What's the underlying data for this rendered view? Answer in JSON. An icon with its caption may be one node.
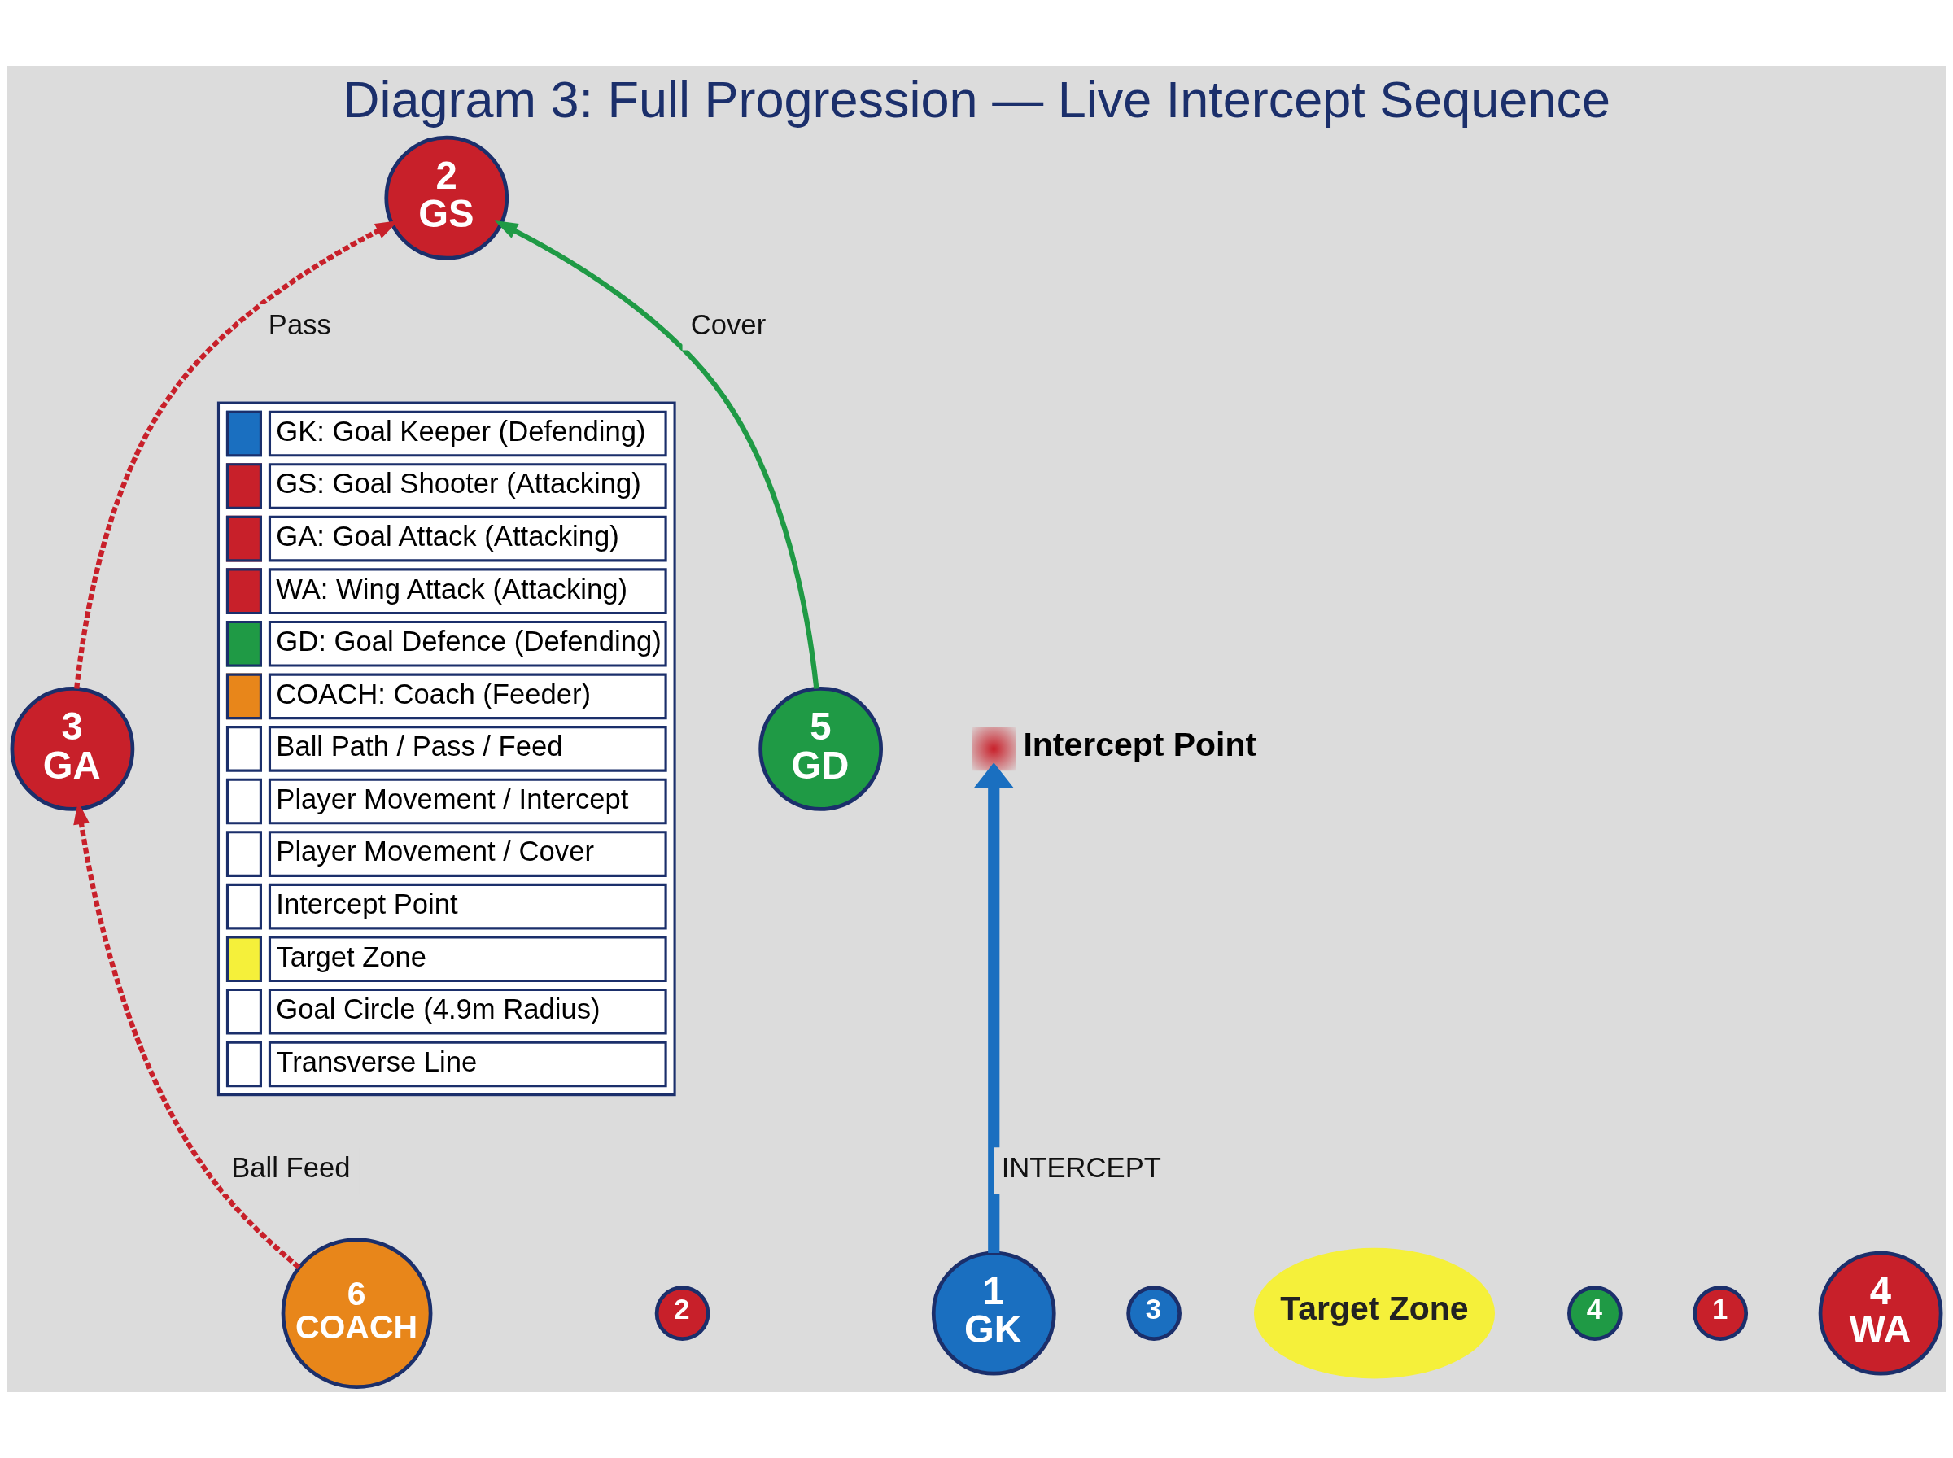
{
  "diagram": {
    "title": "Diagram 3: Full Progression — Live Intercept Sequence",
    "nodes": [
      {
        "text": [
          "2",
          "GS"
        ]
      },
      {
        "text": [
          "2"
        ]
      },
      {
        "text": [],
        "shape": "cross",
        "beside": [
          "Intercept Point"
        ]
      },
      {
        "text": [
          "1",
          "GK"
        ]
      },
      {
        "text": [
          "3"
        ]
      },
      {
        "text": [
          "3",
          "GA"
        ]
      },
      {
        "text": [
          "Target Zone"
        ]
      },
      {
        "text": [
          "4"
        ]
      },
      {
        "text": [
          "1"
        ]
      },
      {
        "text": [
          "4",
          "WA"
        ]
      },
      {
        "text": [
          "6",
          "COACH"
        ]
      },
      {
        "text": [
          "5",
          "GD"
        ]
      }
    ],
    "edges": [
      {
        "from": 10,
        "to": 5,
        "arrow": "to",
        "label": "Ball Feed",
        "style": "dashed",
        "color": "#c8202a"
      },
      {
        "from": 5,
        "to": 0,
        "arrow": "to",
        "label": "Pass",
        "style": "dashed",
        "color": "#c8202a"
      },
      {
        "from": 3,
        "to": 2,
        "arrow": "to",
        "label": "INTERCEPT",
        "style": "thick",
        "color": "#1a6fc0"
      },
      {
        "from": 11,
        "to": 0,
        "arrow": "to",
        "label": "Cover",
        "color": "#1f9a45"
      }
    ],
    "legend": [
      {
        "text": "GK: Goal Keeper (Defending)",
        "color": "#1a6fc0"
      },
      {
        "text": "GS: Goal Shooter (Attacking)",
        "color": "#c8202a"
      },
      {
        "text": "GA: Goal Attack (Attacking)",
        "color": "#c8202a"
      },
      {
        "text": "WA: Wing Attack (Attacking)",
        "color": "#c8202a"
      },
      {
        "text": "GD: Goal Defence (Defending)",
        "color": "#1f9a45"
      },
      {
        "text": "COACH: Coach (Feeder)",
        "color": "#e8861a"
      },
      {
        "text": "Ball Path / Pass / Feed"
      },
      {
        "text": "Player Movement / Intercept"
      },
      {
        "text": "Player Movement / Cover"
      },
      {
        "text": "Intercept Point"
      },
      {
        "text": "Target Zone",
        "color": "#f5f03a"
      },
      {
        "text": "Goal Circle (4.9m Radius)"
      },
      {
        "text": "Transverse Line"
      }
    ]
  }
}
